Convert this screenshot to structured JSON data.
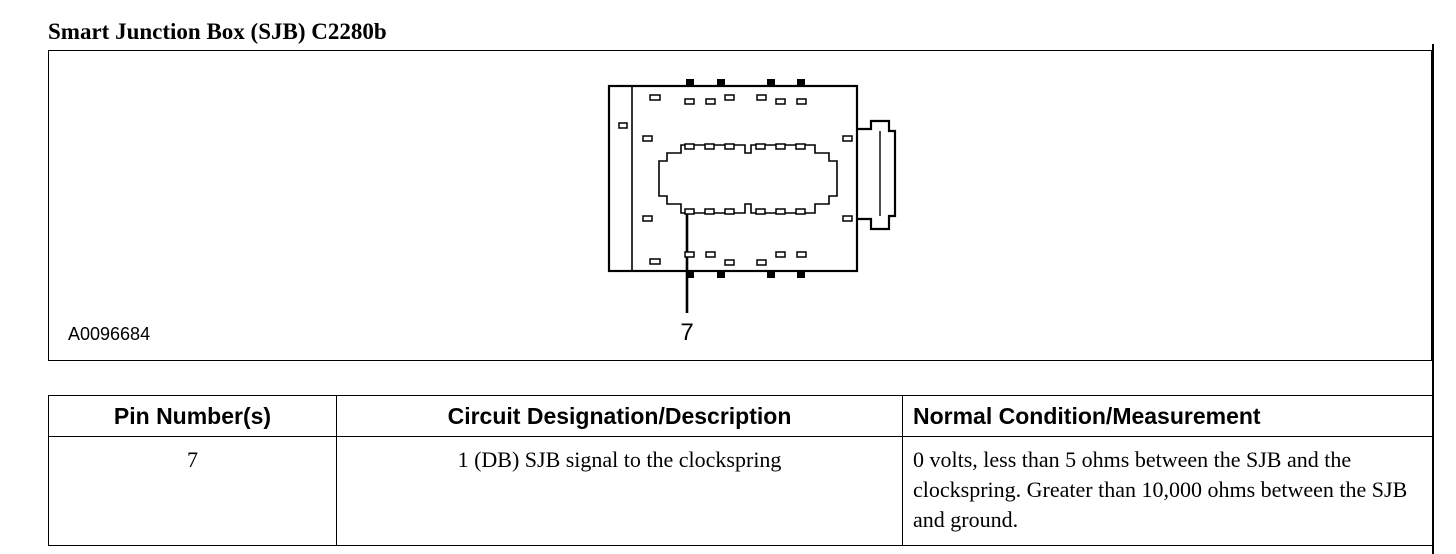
{
  "page": {
    "title": "Smart Junction Box (SJB) C2280b"
  },
  "figure": {
    "id": "A0096684",
    "pin_callout": "7"
  },
  "table": {
    "headers": [
      "Pin Number(s)",
      "Circuit Designation/Description",
      "Normal Condition/Measurement"
    ],
    "rows": [
      {
        "pin": "7",
        "circuit": "1 (DB) SJB signal to the clockspring",
        "condition": "0 volts, less than 5 ohms between the SJB and the clockspring. Greater than 10,000 ohms between the SJB and ground."
      }
    ]
  }
}
